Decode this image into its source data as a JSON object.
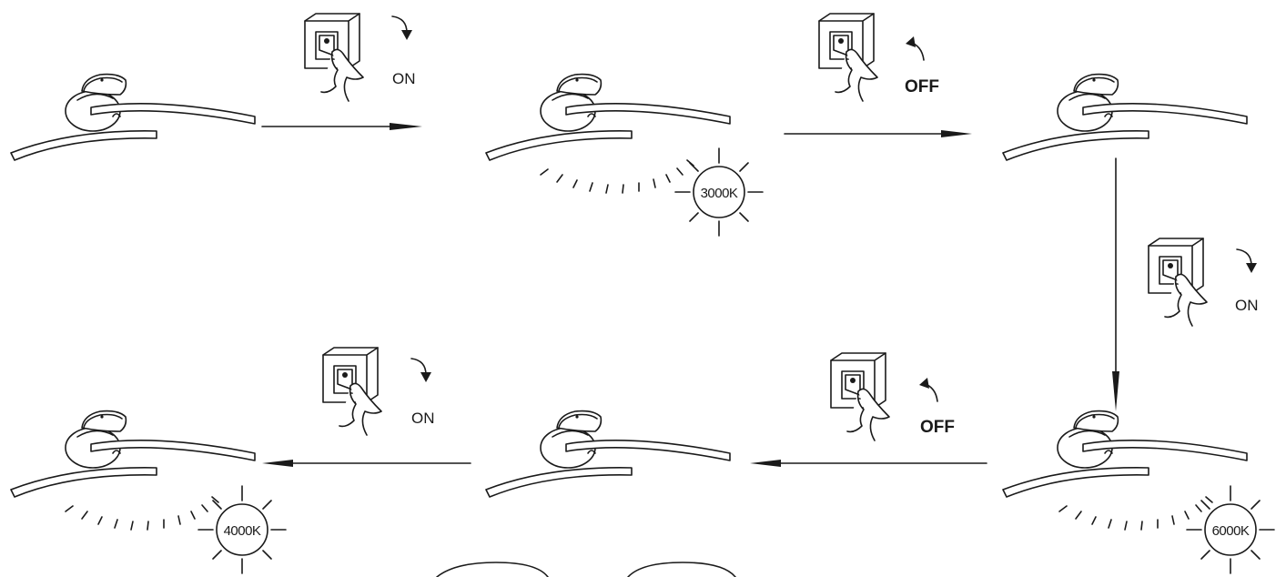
{
  "switch_labels": {
    "on": "ON",
    "off": "OFF"
  },
  "color_temperatures": {
    "first": "3000K",
    "second": "6000K",
    "third": "4000K"
  }
}
